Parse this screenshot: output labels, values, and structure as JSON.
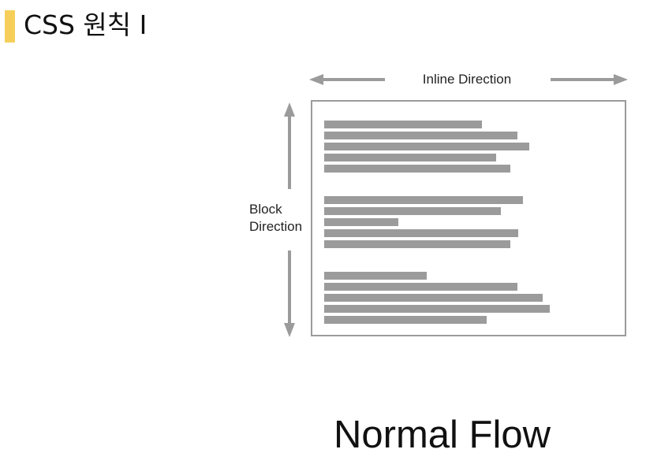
{
  "slide": {
    "title": "CSS 원칙 I",
    "accent_color": "#f6cf5b"
  },
  "diagram": {
    "inline_label": "Inline Direction",
    "block_label_line1": "Block",
    "block_label_line2": "Direction",
    "arrow_color": "#9b9b9b",
    "line_color": "#9b9b9b",
    "box_border_color": "#9b9b9b"
  },
  "caption": "Normal Flow"
}
